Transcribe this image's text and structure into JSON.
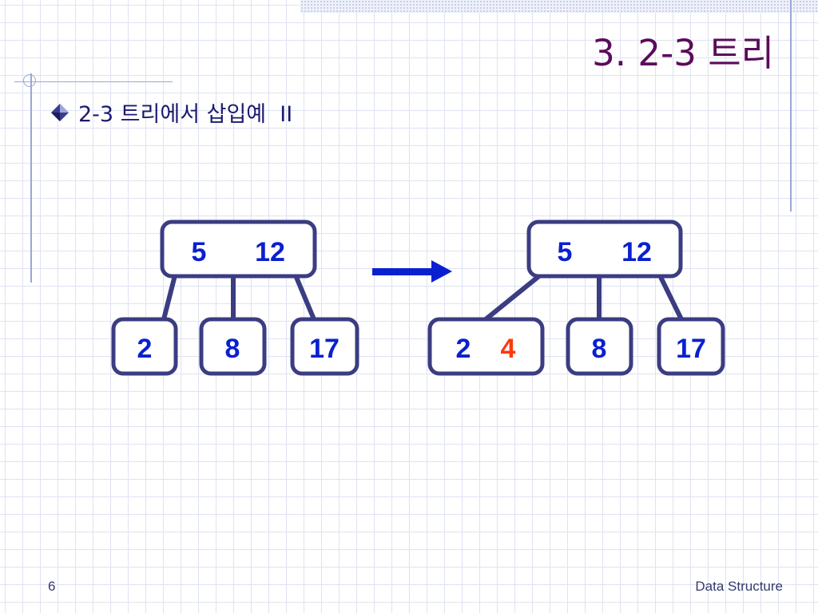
{
  "slide": {
    "title": "3. 2-3 트리",
    "bullet": "2-3 트리에서 삽입예  II",
    "bullet_icon": "diamond-bullet-icon"
  },
  "diagram": {
    "before": {
      "root": [
        "5",
        "12"
      ],
      "children": [
        [
          "2"
        ],
        [
          "8"
        ],
        [
          "17"
        ]
      ]
    },
    "arrow": "right-arrow-icon",
    "after": {
      "root": [
        "5",
        "12"
      ],
      "children": [
        [
          "2",
          "4"
        ],
        [
          "8"
        ],
        [
          "17"
        ]
      ],
      "inserted_key": "4"
    },
    "colors": {
      "node_border": "#3b3c82",
      "key_text": "#0a20d0",
      "inserted_key": "#ff3a0a",
      "arrow": "#0a20d0",
      "title": "#5b0b5b"
    }
  },
  "footer": {
    "page_number": "6",
    "course": "Data Structure"
  }
}
